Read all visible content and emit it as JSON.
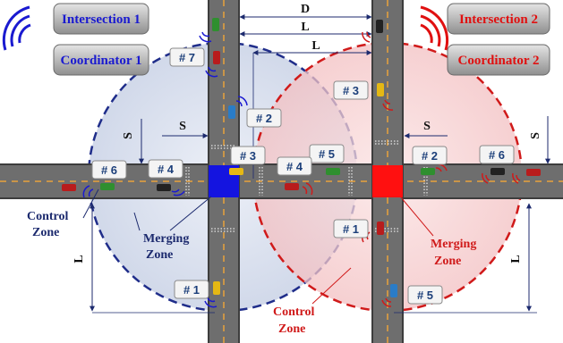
{
  "header": {
    "left_top": "Intersection 1",
    "left_bottom": "Coordinator 1",
    "right_top": "Intersection 2",
    "right_bottom": "Coordinator 2"
  },
  "colors": {
    "left_text": "#1a1ad0",
    "right_text": "#e01010",
    "zone_left": "#1f2d8a",
    "zone_right": "#d01a1a",
    "merge_left": "#1414e0",
    "merge_right": "#ff1010",
    "road": "#6e6e6e"
  },
  "dims": {
    "D": "D",
    "L": "L",
    "S": "S"
  },
  "zones": {
    "control": "Control",
    "zone": "Zone",
    "merging": "Merging"
  },
  "vehicles": {
    "v1": "# 1",
    "v2": "# 2",
    "v3": "# 3",
    "v4": "# 4",
    "v5": "# 5",
    "v6": "# 6",
    "v7": "# 7"
  }
}
